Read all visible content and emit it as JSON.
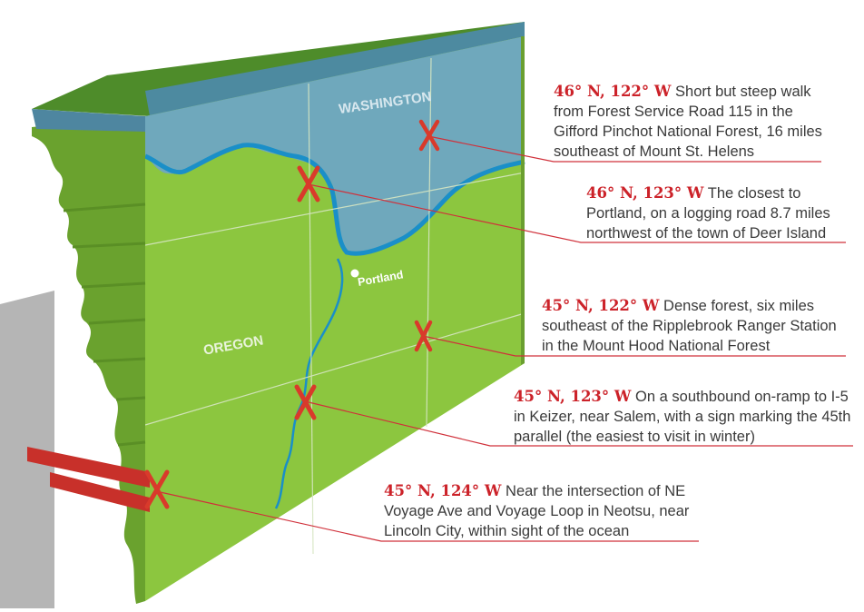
{
  "map": {
    "states": {
      "washington": "WASHINGTON",
      "oregon": "OREGON"
    },
    "city": "Portland",
    "colors": {
      "land": "#8cc63f",
      "land_side": "#6aa22e",
      "water": "#6fa8bc",
      "river": "#1a8fc8",
      "marker": "#d93a2b",
      "accent": "#cc2229"
    }
  },
  "callouts": [
    {
      "coord": "46° N, 122° W",
      "text": "Short but steep walk from Forest Service Road 115 in the Gifford Pinchot National Forest, 16 miles southeast of Mount St. Helens"
    },
    {
      "coord": "46° N, 123° W",
      "text": "The closest to Portland, on a logging road 8.7 miles northwest of the town of Deer Island"
    },
    {
      "coord": "45° N, 122° W",
      "text": "Dense forest, six miles southeast of the Ripplebrook Ranger Station in the Mount Hood National Forest"
    },
    {
      "coord": "45° N, 123° W",
      "text": "On a southbound on-ramp to I-5 in Keizer, near Salem, with a sign marking the 45th parallel (the easiest to visit in winter)"
    },
    {
      "coord": "45° N, 124° W",
      "text": "Near the intersection of NE Voyage Ave and Voyage Loop in Neotsu, near Lincoln City, within sight of the ocean"
    }
  ]
}
